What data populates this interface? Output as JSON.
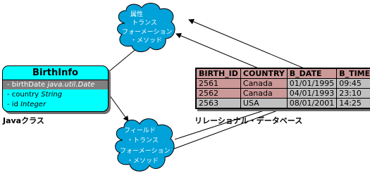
{
  "clouds": {
    "attr_transform": {
      "lines": [
        "属性",
        "トランス",
        "フォーメーション",
        "・メソッド"
      ]
    },
    "field_transform": {
      "lines": [
        "フィールド",
        "・トランス",
        "フォーメーション",
        "・メソッド"
      ]
    }
  },
  "java_class": {
    "name": "BirthInfo",
    "attributes": [
      {
        "prefix": "- birthDate ",
        "type": "java.util.Date",
        "selected": true
      },
      {
        "prefix": "- country ",
        "type": "String",
        "selected": false
      },
      {
        "prefix": "- id ",
        "type": "Integer",
        "selected": false
      }
    ],
    "caption": "Javaクラス"
  },
  "relational_table": {
    "headers": [
      "BIRTH_ID",
      "COUNTRY",
      "B_DATE",
      "B_TIME"
    ],
    "rows": [
      [
        "2561",
        "Canada",
        "01/01/1995",
        "09:45"
      ],
      [
        "2562",
        "Canada",
        "04/01/1993",
        "23:10"
      ],
      [
        "2563",
        "USA",
        "08/01/2001",
        "14:25"
      ]
    ],
    "caption": "リレーショナル・データベース"
  },
  "colors": {
    "cloud": "#00a2d9",
    "class_fill": "#00ffff",
    "table_cell": "#cc9999",
    "table_grey": "#c0c0c0"
  }
}
